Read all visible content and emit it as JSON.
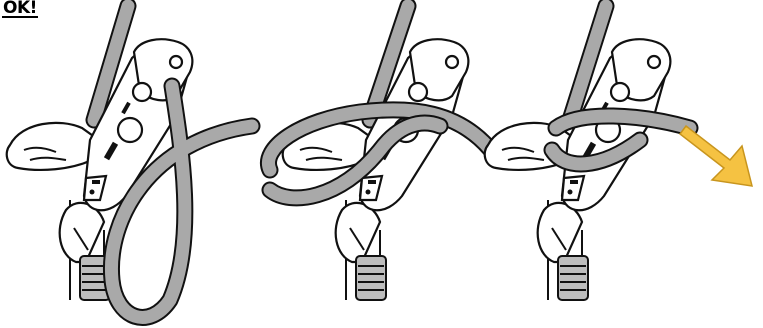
{
  "badge": {
    "label": "OK!"
  },
  "colors": {
    "rope": "#a9a9a9",
    "outline": "#111111",
    "arrow": "#f5c242",
    "device": "#ffffff"
  },
  "panels": [
    {
      "id": "step-1",
      "icon": "descender-device-rope-loop-icon"
    },
    {
      "id": "step-2",
      "icon": "descender-device-rope-wrap-icon"
    },
    {
      "id": "step-3",
      "icon": "descender-device-locked-arrow-icon"
    }
  ]
}
